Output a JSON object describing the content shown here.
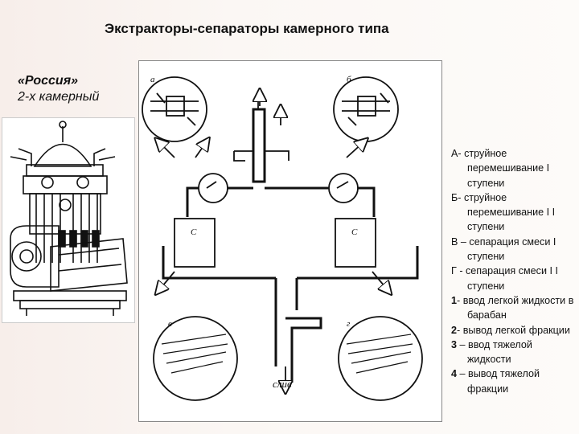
{
  "title": "Экстракторы-сепараторы камерного типа",
  "subtitle1": "«Россия»",
  "subtitle2": "2-х камерный",
  "legend": [
    {
      "num": "",
      "text": "А- струйное перемешивание I ступени"
    },
    {
      "num": "",
      "text": "Б- струйное перемешивание I I ступени"
    },
    {
      "num": "",
      "text": "В – сепарация смеси I ступени"
    },
    {
      "num": "",
      "text": "Г - сепарация смеси I I ступени"
    },
    {
      "num": "1",
      "text": "- ввод легкой жидкости в барабан"
    },
    {
      "num": "2",
      "text": "- вывод легкой фракции"
    },
    {
      "num": "3",
      "text": " – ввод тяжелой жидкости"
    },
    {
      "num": "4",
      "text": " – вывод тяжелой фракции"
    }
  ],
  "scheme_labels": {
    "a": "а",
    "b": "б",
    "v": "в",
    "g": "г",
    "c1": "С",
    "c2": "С",
    "drain": "слив"
  }
}
